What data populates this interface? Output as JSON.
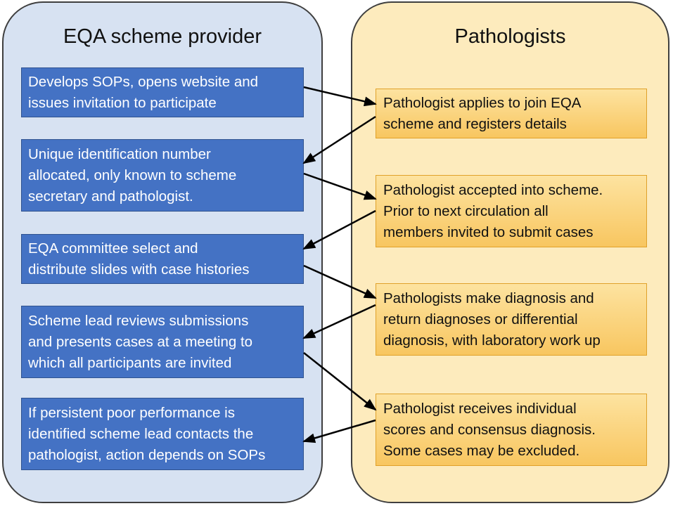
{
  "lanes": {
    "provider": {
      "title": "EQA scheme provider"
    },
    "pathologists": {
      "title": "Pathologists"
    }
  },
  "provider_steps": [
    {
      "lines": [
        "Develops SOPs, opens website and",
        "issues invitation to participate"
      ]
    },
    {
      "lines": [
        "Unique identification number",
        "allocated, only known to scheme",
        "secretary and pathologist."
      ]
    },
    {
      "lines": [
        "EQA committee select and",
        "distribute slides with case histories"
      ]
    },
    {
      "lines": [
        "Scheme lead reviews submissions",
        "and presents cases at a meeting to",
        "which all participants are invited"
      ]
    },
    {
      "lines": [
        "If persistent poor performance is",
        "identified scheme lead contacts the",
        "pathologist, action depends on SOPs"
      ]
    }
  ],
  "pathologist_steps": [
    {
      "lines": [
        "Pathologist applies to join EQA",
        "scheme and registers details"
      ]
    },
    {
      "lines": [
        "Pathologist accepted into scheme.",
        "Prior to next circulation all",
        "members invited to submit cases"
      ]
    },
    {
      "lines": [
        "Pathologists make diagnosis and",
        "return diagnoses or differential",
        "diagnosis, with laboratory work up"
      ]
    },
    {
      "lines": [
        "Pathologist receives individual",
        "scores and consensus diagnosis.",
        "Some cases may be excluded."
      ]
    }
  ],
  "colors": {
    "provider_lane": "#d7e2f2",
    "pathologist_lane": "#fdebbd",
    "provider_box": "#4472c4",
    "pathologist_box": "#f8c660",
    "arrow": "#000000"
  }
}
